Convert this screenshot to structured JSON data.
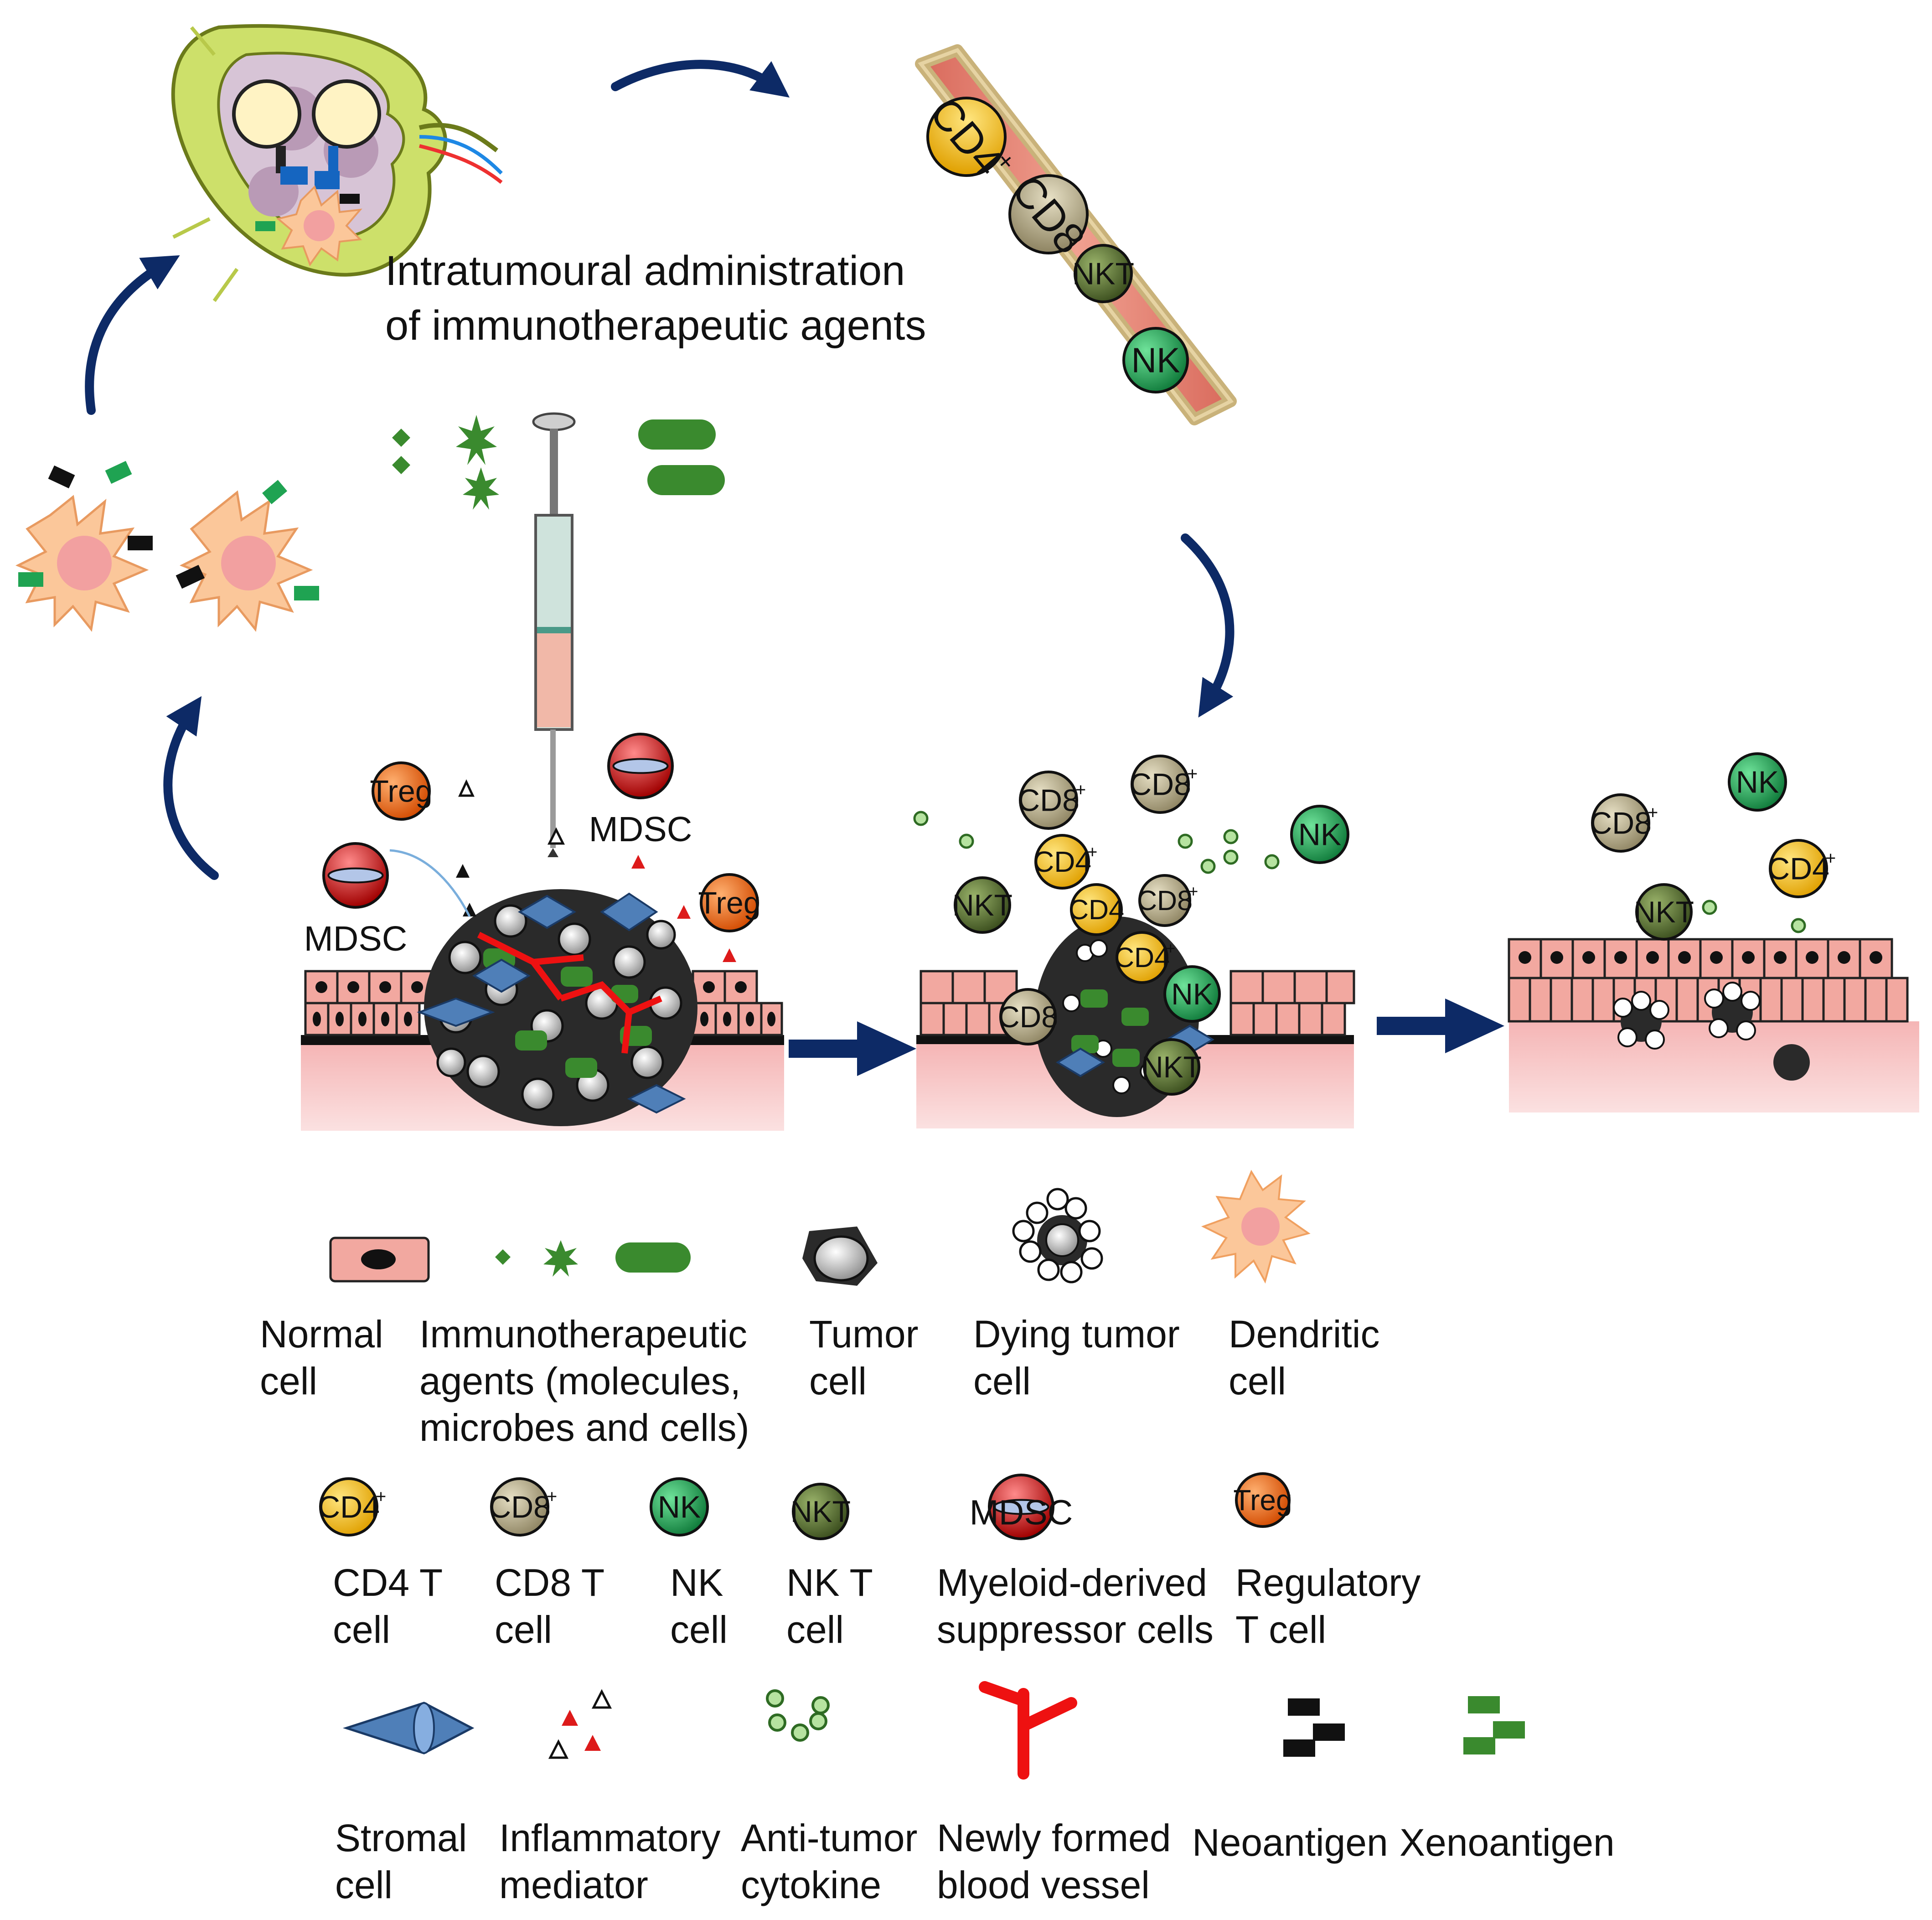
{
  "header": {
    "line1": "Intratumoural administration",
    "line2": "of immunotherapeutic agents"
  },
  "cell_labels": {
    "cd4": "CD4",
    "cd8": "CD8",
    "plus": "+",
    "nk": "NK",
    "nkt": "NKT",
    "mdsc": "MDSC",
    "treg": "Treg"
  },
  "legend": {
    "normal_cell": [
      "Normal",
      "cell"
    ],
    "agents": [
      "Immunotherapeutic",
      "agents (molecules,",
      "microbes and cells)"
    ],
    "tumor_cell": [
      "Tumor",
      "cell"
    ],
    "dying_tumor_cell": [
      "Dying tumor",
      "cell"
    ],
    "dendritic_cell": [
      "Dendritic",
      "cell"
    ],
    "cd4_t_cell": [
      "CD4 T",
      "cell"
    ],
    "cd8_t_cell": [
      "CD8 T",
      "cell"
    ],
    "nk_cell": [
      "NK",
      "cell"
    ],
    "nkt_cell": [
      "NK T",
      "cell"
    ],
    "mdsc": [
      "Myeloid-derived",
      "suppressor cells"
    ],
    "treg": [
      "Regulatory",
      "T  cell"
    ],
    "stromal_cell": [
      "Stromal",
      "cell"
    ],
    "inflammatory_mediator": [
      "Inflammatory",
      "mediator"
    ],
    "cytokine": [
      "Anti-tumor",
      "cytokine"
    ],
    "vessel": [
      "Newly formed",
      "blood vessel"
    ],
    "neoantigen": "Neoantigen",
    "xenoantigen": "Xenoantigen"
  },
  "colors": {
    "cd4": "#f5b800",
    "cd8": "#b5aa86",
    "nk": "#1fa352",
    "nkt": "#556b2f",
    "mdsc": "#d62828",
    "treg": "#f06a10",
    "normal_cell": "#f2a8a0",
    "tissue": "#f7c8c8",
    "agent_green": "#3a8a2e",
    "stromal": "#4f7fb8",
    "vessel_red": "#ee1111",
    "arrow_navy": "#0d2a66",
    "dendritic": "#fbc79a"
  }
}
